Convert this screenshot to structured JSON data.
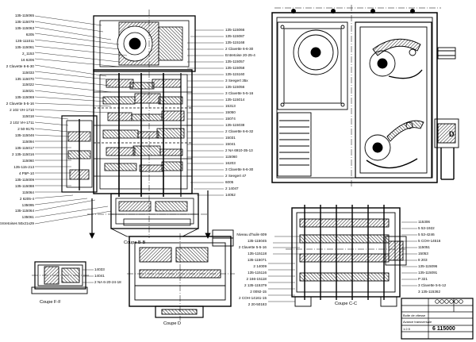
{
  "left_labels": [
    "135-115065",
    "135-115079",
    "135-115063",
    "6205",
    "135-111011",
    "135-115061",
    "2_1153",
    "16 6206",
    "2 Clavette 6-6-30",
    "115033",
    "135 115070",
    "115022",
    "115021",
    "135-115069",
    "2 Clavette 5-5-16",
    "2 102 VH-1710",
    "115018",
    "2 102 VH-1711",
    "2 50-9175",
    "135-115046",
    "115094",
    "135-115017",
    "2 135-115016",
    "115060",
    "135-115-213",
    "4 P5P-10",
    "135-115009",
    "135-115088",
    "115064",
    "2 6205-4",
    "135095",
    "135-115064",
    "135061",
    "Entretoises 50x21x29"
  ],
  "center_labels": [
    "135-115066",
    "135-115087",
    "135-115168",
    "2 Clavette 6-6-30",
    "Entretoise 20-25-4",
    "135-115057",
    "135-115058",
    "135-115160",
    "3 Seegert 35x",
    "135-115056",
    "3 Clavette 5-5-16",
    "135-115014",
    "15313",
    "15050",
    "15074",
    "135-115038",
    "2 Clavette 6-6-32",
    "15031",
    "15041",
    "2 NA 6910-35-13",
    "115060",
    "16203",
    "3 Clavette 6-6-30",
    "2 Seegert 47",
    "6005",
    "2 14047",
    "14052"
  ],
  "left_bottom_labels": [
    "14033",
    "14041",
    "2 NA 6-20-24-18"
  ],
  "cd_labels": [
    "Niveau d'huile 609",
    "135-115045",
    "2 Clavette 5-5-16",
    "135-115118",
    "135-115071",
    "2 14009",
    "135-115116",
    "2 166-15118",
    "2 135-115379",
    "2 0092-15",
    "2 COH-14161-15",
    "2 20-50183"
  ],
  "right_labels": [
    "115306",
    "5 53-1922",
    "5 53-4246",
    "5 COH-14516",
    "115051",
    "15053",
    "8 203",
    "135-115096",
    "135-115091",
    "P 321",
    "3 Clavette 5-5-12",
    "3 135-115362"
  ],
  "captions": {
    "bb": "Coupe B-B",
    "ff": "Coupe F-F",
    "dd": "Coupe D",
    "cc": "Coupe C-C"
  },
  "title_block": {
    "line1": "Boite de vitesse",
    "line2": "Avance transversale",
    "ref": "6 115000",
    "scale": "1:2.5"
  },
  "front_view": {
    "marker": "D"
  }
}
